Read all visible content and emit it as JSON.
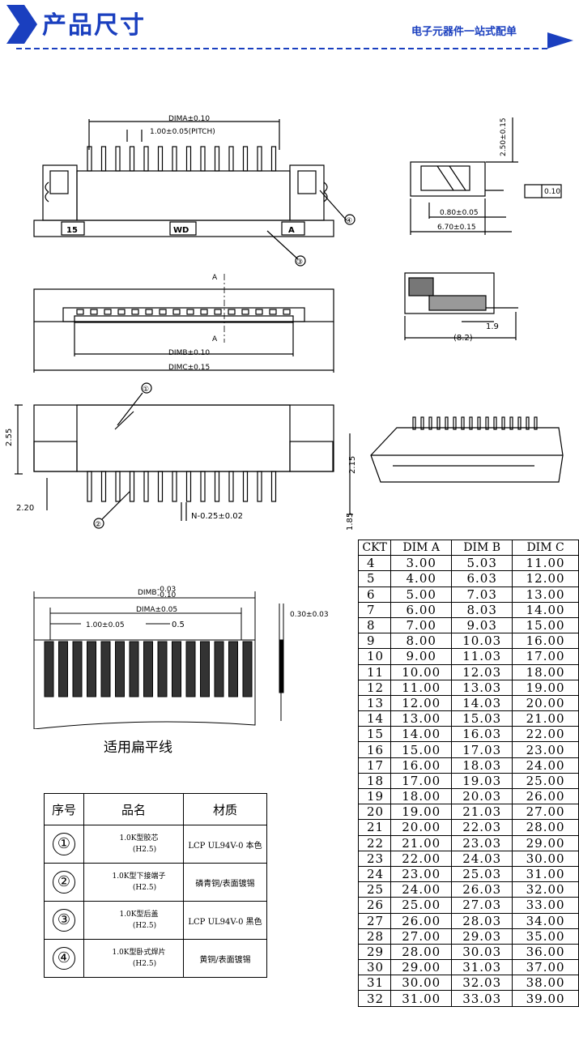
{
  "header": {
    "title": "产品尺寸",
    "subtitle": "电子元器件一站式配单",
    "accent_color": "#1a3fbf"
  },
  "drawings": {
    "top_view": {
      "dim_a": "DIMA±0.10",
      "pitch": "1.00±0.05(PITCH)",
      "mark_left": "15",
      "mark_mid": "WD",
      "mark_right": "A",
      "callout_3": "③",
      "callout_4": "④"
    },
    "front_view": {
      "section_top": "A",
      "section_bottom": "A",
      "dim_b": "DIMB±0.10",
      "dim_c": "DIMC±0.15"
    },
    "side_view": {
      "height": "2.50±0.15",
      "flatness": "0.10",
      "pin": "0.80±0.05",
      "length": "6.70±0.15"
    },
    "section_view": {
      "dim_1": "1.9",
      "dim_2": "(8.2)"
    },
    "bottom_view": {
      "callout_1": "①",
      "callout_2": "②",
      "dim_255": "2.55",
      "dim_220": "2.20",
      "dim_215": "2.15",
      "dim_185": "1.85",
      "pin_width": "N-0.25±0.02"
    },
    "ffc": {
      "dim_b": "DIMB",
      "dim_b_tol_top": "-0.03",
      "dim_b_tol_bot": "-0.10",
      "dim_a": "DIMA±0.05",
      "pitch": "1.00±0.05",
      "conductor": "0.5",
      "thickness": "0.30±0.03",
      "caption": "适用扁平线"
    }
  },
  "ckt_table": {
    "headers": [
      "CKT",
      "DIM A",
      "DIM B",
      "DIM C"
    ],
    "rows": [
      [
        "4",
        "3.00",
        "5.03",
        "11.00"
      ],
      [
        "5",
        "4.00",
        "6.03",
        "12.00"
      ],
      [
        "6",
        "5.00",
        "7.03",
        "13.00"
      ],
      [
        "7",
        "6.00",
        "8.03",
        "14.00"
      ],
      [
        "8",
        "7.00",
        "9.03",
        "15.00"
      ],
      [
        "9",
        "8.00",
        "10.03",
        "16.00"
      ],
      [
        "10",
        "9.00",
        "11.03",
        "17.00"
      ],
      [
        "11",
        "10.00",
        "12.03",
        "18.00"
      ],
      [
        "12",
        "11.00",
        "13.03",
        "19.00"
      ],
      [
        "13",
        "12.00",
        "14.03",
        "20.00"
      ],
      [
        "14",
        "13.00",
        "15.03",
        "21.00"
      ],
      [
        "15",
        "14.00",
        "16.03",
        "22.00"
      ],
      [
        "16",
        "15.00",
        "17.03",
        "23.00"
      ],
      [
        "17",
        "16.00",
        "18.03",
        "24.00"
      ],
      [
        "18",
        "17.00",
        "19.03",
        "25.00"
      ],
      [
        "19",
        "18.00",
        "20.03",
        "26.00"
      ],
      [
        "20",
        "19.00",
        "21.03",
        "27.00"
      ],
      [
        "21",
        "20.00",
        "22.03",
        "28.00"
      ],
      [
        "22",
        "21.00",
        "23.03",
        "29.00"
      ],
      [
        "23",
        "22.00",
        "24.03",
        "30.00"
      ],
      [
        "24",
        "23.00",
        "25.03",
        "31.00"
      ],
      [
        "25",
        "24.00",
        "26.03",
        "32.00"
      ],
      [
        "26",
        "25.00",
        "27.03",
        "33.00"
      ],
      [
        "27",
        "26.00",
        "28.03",
        "34.00"
      ],
      [
        "28",
        "27.00",
        "29.03",
        "35.00"
      ],
      [
        "29",
        "28.00",
        "30.03",
        "36.00"
      ],
      [
        "30",
        "29.00",
        "31.03",
        "37.00"
      ],
      [
        "31",
        "30.00",
        "32.03",
        "38.00"
      ],
      [
        "32",
        "31.00",
        "33.03",
        "39.00"
      ]
    ]
  },
  "materials_table": {
    "headers": [
      "序号",
      "品名",
      "材质"
    ],
    "rows": [
      {
        "no": "①",
        "name": "1.0K型胶芯",
        "sub": "(H2.5)",
        "material": "LCP UL94V-0 本色"
      },
      {
        "no": "②",
        "name": "1.0K型下接端子",
        "sub": "(H2.5)",
        "material": "磷青铜/表面镀锡"
      },
      {
        "no": "③",
        "name": "1.0K型后盖",
        "sub": "(H2.5)",
        "material": "LCP UL94V-0 黑色"
      },
      {
        "no": "④",
        "name": "1.0K型卧式焊片",
        "sub": "(H2.5)",
        "material": "黄铜/表面镀锡"
      }
    ]
  }
}
